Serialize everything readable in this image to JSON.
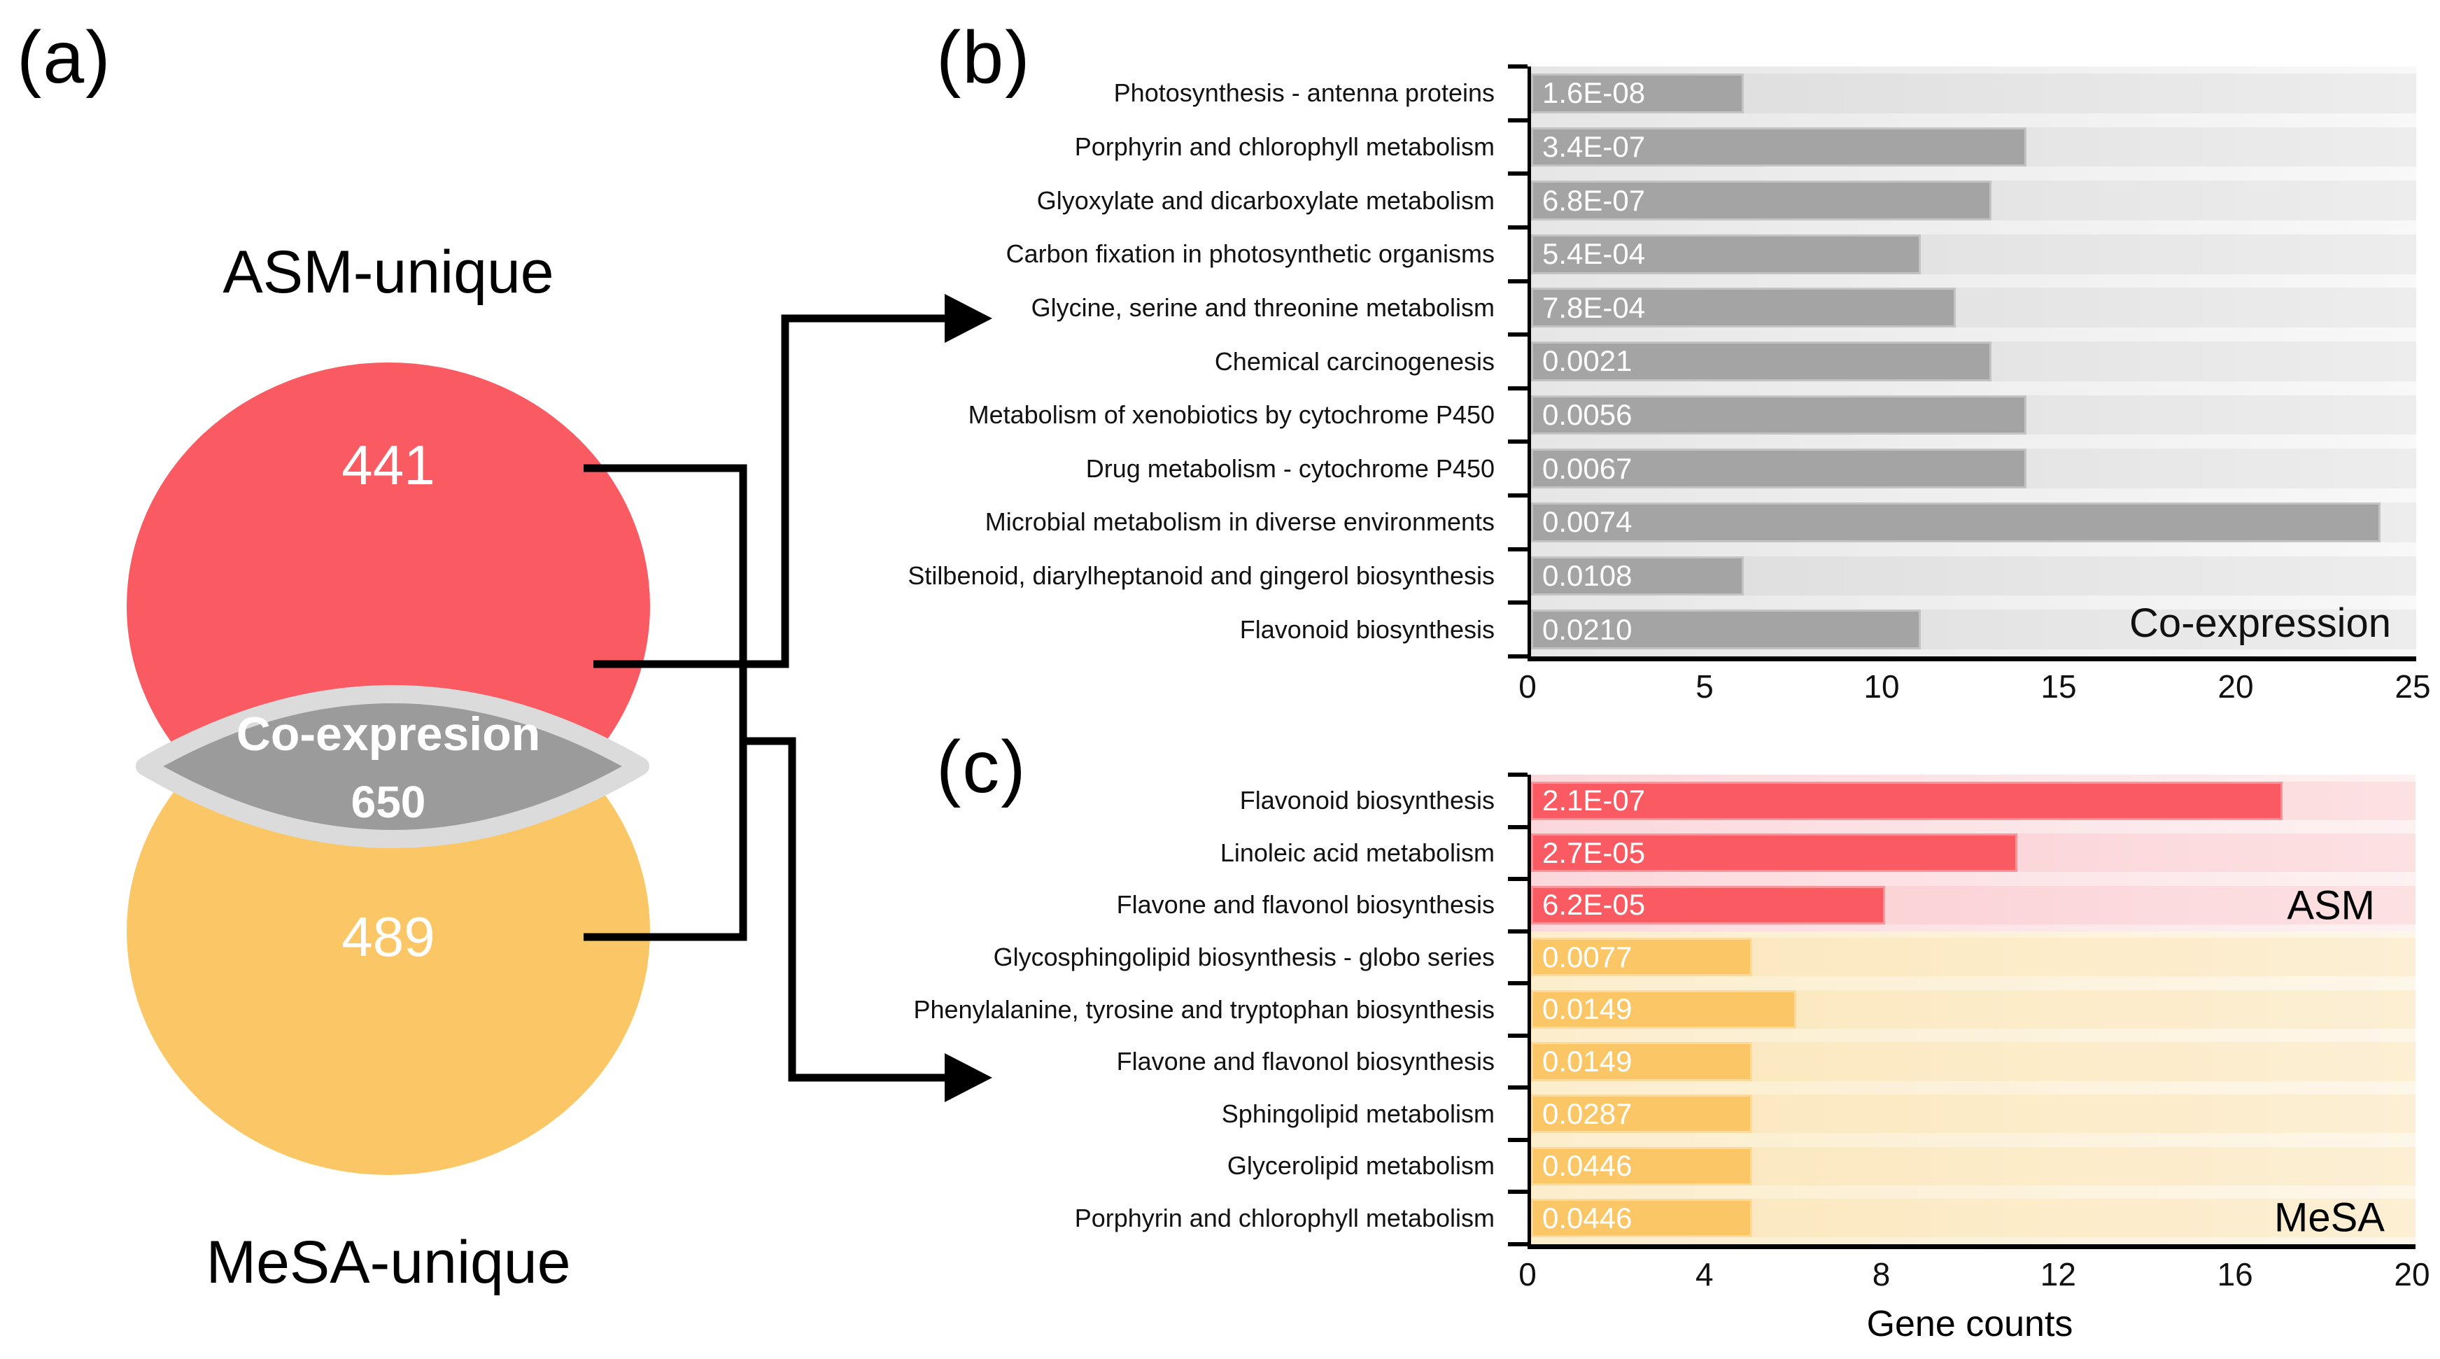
{
  "panel_labels": {
    "a": "(a)",
    "b": "(b)",
    "c": "(c)"
  },
  "venn": {
    "top_title": "ASM-unique",
    "bottom_title": "MeSA-unique",
    "asm_count": "441",
    "overlap_label": "Co-expresion",
    "overlap_count": "650",
    "mesa_count": "489",
    "colors": {
      "asm": "#FA5A62",
      "mesa": "#FBC766",
      "overlap": "#9B9B9B",
      "overlap_ring": "#DBDBDB"
    }
  },
  "chart_data": [
    {
      "id": "coexpression-enrichment",
      "type": "bar",
      "orientation": "horizontal",
      "legend_label": "Co-expression",
      "xlabel": "",
      "xlim": [
        0,
        25
      ],
      "xticks": [
        0,
        5,
        10,
        15,
        20,
        25
      ],
      "bar_color": "#A4A4A4",
      "track_color": "rgba(0,0,0,0.045)",
      "categories": [
        "Photosynthesis - antenna proteins",
        "Porphyrin and chlorophyll metabolism",
        "Glyoxylate and dicarboxylate metabolism",
        "Carbon fixation in photosynthetic organisms",
        "Glycine, serine and threonine metabolism",
        "Chemical carcinogenesis",
        "Metabolism of xenobiotics by cytochrome P450",
        "Drug metabolism - cytochrome P450",
        "Microbial metabolism in diverse environments",
        "Stilbenoid, diarylheptanoid and gingerol biosynthesis",
        "Flavonoid biosynthesis"
      ],
      "bar_value_labels": [
        "1.6E-08",
        "3.4E-07",
        "6.8E-07",
        "5.4E-04",
        "7.8E-04",
        "0.0021",
        "0.0056",
        "0.0067",
        "0.0074",
        "0.0108",
        "0.0210"
      ],
      "values": [
        6,
        14,
        13,
        11,
        12,
        13,
        14,
        14,
        24,
        6,
        11
      ]
    },
    {
      "id": "unique-enrichment",
      "type": "bar",
      "orientation": "horizontal",
      "xlabel": "Gene counts",
      "xlim": [
        0,
        20
      ],
      "xticks": [
        0,
        4,
        8,
        12,
        16,
        20
      ],
      "sections": [
        {
          "label": "ASM",
          "color": "#FA5A62",
          "track_color": "rgba(250,90,98,0.10)",
          "row_count": 3
        },
        {
          "label": "MeSA",
          "color": "#FBC766",
          "track_color": "rgba(251,198,102,0.16)",
          "row_count": 6
        }
      ],
      "categories": [
        "Flavonoid biosynthesis",
        "Linoleic acid metabolism",
        "Flavone and flavonol biosynthesis",
        "Glycosphingolipid biosynthesis - globo series",
        "Phenylalanine, tyrosine and tryptophan biosynthesis",
        "Flavone and flavonol biosynthesis",
        "Sphingolipid metabolism",
        "Glycerolipid metabolism",
        "Porphyrin and chlorophyll metabolism"
      ],
      "bar_value_labels": [
        "2.1E-07",
        "2.7E-05",
        "6.2E-05",
        "0.0077",
        "0.0149",
        "0.0149",
        "0.0287",
        "0.0446",
        "0.0446"
      ],
      "values": [
        17,
        11,
        8,
        5,
        6,
        5,
        5,
        5,
        5
      ]
    }
  ]
}
